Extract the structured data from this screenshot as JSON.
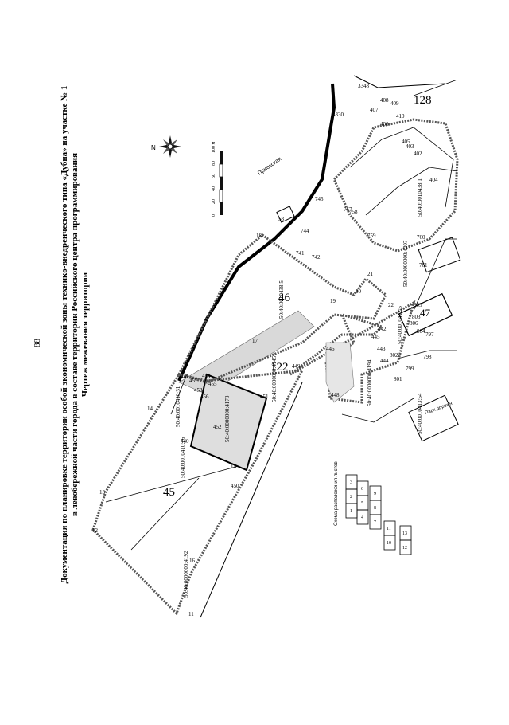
{
  "page_number": "88",
  "header": {
    "line1": "Документация по планировке территории особой экономической зоны технико-внедренческого типа «Дубна» на участке № 1",
    "line2": "в левобережной части города в составе территории Российского центра программирования",
    "line3": "Чертеж межевания территории"
  },
  "scale_bar": {
    "ticks": [
      "0",
      "20",
      "40",
      "60",
      "80",
      "100 м"
    ]
  },
  "compass": {
    "north": "N"
  },
  "streets": {
    "primary": "Приокская",
    "secondary": "Парк.дорожн"
  },
  "blocks": {
    "b45": "45",
    "b46": "46",
    "b122": "122",
    "b128": "128",
    "b47": "47"
  },
  "cadastral": {
    "c1": "50:40:0010410:26",
    "c2": "50:40:0010410:31",
    "c3": "50:40:0000000:4173",
    "c4": "50:40:0000000:4192",
    "c5": "50:40:0010438:5",
    "c6": "50:40:0000000:4145",
    "c7": "50:40:0000000:4194",
    "c8": "50:40:0000000:4207",
    "c9": "50:40:0010438:1",
    "c10": "50:40:0010413:54",
    "c11": "50:40:0010412:5"
  },
  "points": [
    "11",
    "12",
    "13",
    "14",
    "15",
    "16",
    "17",
    "18",
    "19",
    "20",
    "21",
    "22",
    "440",
    "441",
    "442",
    "443",
    "444",
    "445",
    "446",
    "448",
    "449",
    "450",
    "451",
    "452",
    "453",
    "454",
    "455",
    "456",
    "457",
    "58",
    "741",
    "742",
    "744",
    "745",
    "757",
    "758",
    "759",
    "760",
    "761",
    "797",
    "798",
    "799",
    "801",
    "802",
    "803",
    "804",
    "805",
    "806",
    "402",
    "403",
    "404",
    "405",
    "406",
    "407",
    "408",
    "409",
    "410",
    "3330",
    "3348"
  ],
  "legend": {
    "title": "Схема расположения листов",
    "sheets": [
      "1",
      "2",
      "3",
      "4",
      "5",
      "6",
      "7",
      "8",
      "9",
      "10",
      "11",
      "12",
      "13"
    ]
  }
}
